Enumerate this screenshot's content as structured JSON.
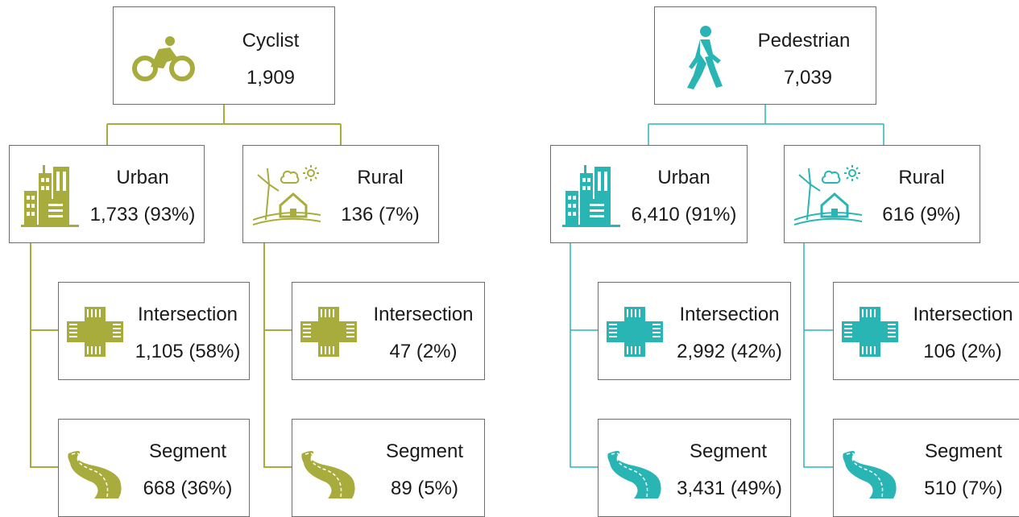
{
  "colors": {
    "cyclist": "#a8ac3c",
    "pedestrian": "#2ab5b5"
  },
  "cyclist": {
    "root": {
      "label": "Cyclist",
      "count": "1,909",
      "icon": "bicycle-icon"
    },
    "urban": {
      "label": "Urban",
      "count": "1,733 (93%)",
      "icon": "city-buildings-icon",
      "intersection": {
        "label": "Intersection",
        "count": "1,105 (58%)",
        "icon": "intersection-icon"
      },
      "segment": {
        "label": "Segment",
        "count": "668 (36%)",
        "icon": "road-icon"
      }
    },
    "rural": {
      "label": "Rural",
      "count": "136 (7%)",
      "icon": "farm-windmill-icon",
      "intersection": {
        "label": "Intersection",
        "count": "47 (2%)",
        "icon": "intersection-icon"
      },
      "segment": {
        "label": "Segment",
        "count": "89 (5%)",
        "icon": "road-icon"
      }
    }
  },
  "pedestrian": {
    "root": {
      "label": "Pedestrian",
      "count": "7,039",
      "icon": "walking-person-icon"
    },
    "urban": {
      "label": "Urban",
      "count": "6,410 (91%)",
      "icon": "city-buildings-icon",
      "intersection": {
        "label": "Intersection",
        "count": "2,992 (42%)",
        "icon": "intersection-icon"
      },
      "segment": {
        "label": "Segment",
        "count": "3,431 (49%)",
        "icon": "road-icon"
      }
    },
    "rural": {
      "label": "Rural",
      "count": "616 (9%)",
      "icon": "farm-windmill-icon",
      "intersection": {
        "label": "Intersection",
        "count": "106 (2%)",
        "icon": "intersection-icon"
      },
      "segment": {
        "label": "Segment",
        "count": "510 (7%)",
        "icon": "road-icon"
      }
    }
  }
}
